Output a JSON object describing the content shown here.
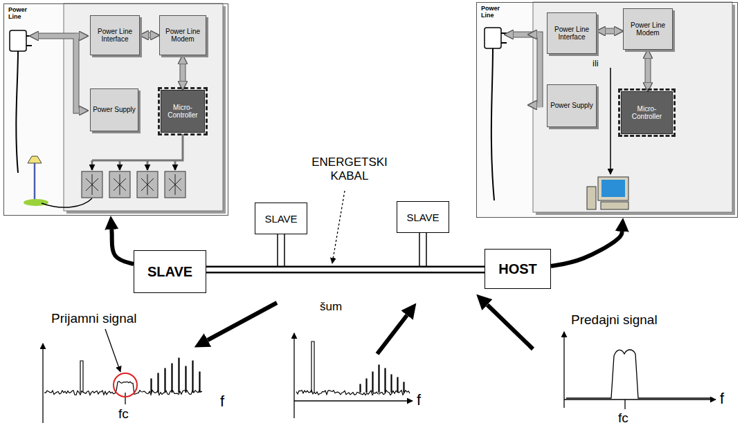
{
  "diagram": {
    "nodes": [
      {
        "text": [
          "Power Line"
        ]
      },
      {
        "text": [
          "Power Line Interface"
        ],
        "in": 0
      },
      {
        "text": [
          "Power Line Modem"
        ],
        "in": 0
      },
      {
        "text": [
          "Power Supply"
        ],
        "in": 0
      },
      {
        "text": [
          "Micro-Controller"
        ],
        "in": 0
      },
      {
        "text": [
          "Power Line"
        ]
      },
      {
        "text": [
          "Power Line Interface"
        ],
        "in": 5
      },
      {
        "text": [
          "Power Line Modem"
        ],
        "in": 5
      },
      {
        "text": [
          "Power Supply"
        ],
        "in": 5
      },
      {
        "text": [
          "Micro-Controller"
        ],
        "in": 5
      },
      {
        "text": [
          "SLAVE"
        ]
      },
      {
        "text": [
          "SLAVE"
        ]
      },
      {
        "text": [
          "SLAVE"
        ]
      },
      {
        "text": [
          "HOST"
        ]
      }
    ],
    "edges": [
      {
        "from": 1,
        "to": 2,
        "arrow": "both"
      },
      {
        "from": 2,
        "to": 4,
        "arrow": "both"
      },
      {
        "from": 6,
        "to": 7,
        "arrow": "both"
      },
      {
        "from": 7,
        "to": 9,
        "arrow": "both"
      },
      {
        "from": 10,
        "to": 0,
        "arrow": "to"
      },
      {
        "from": 13,
        "to": 5,
        "arrow": "to"
      },
      {
        "from": 10,
        "to": 13,
        "arrow": "none"
      }
    ],
    "labels": [
      "ili",
      "ENERGETSKI KABAL",
      "šum",
      "Prijamni signal",
      "Predajni signal",
      "fc",
      "f",
      "f",
      "fc",
      "f"
    ]
  }
}
